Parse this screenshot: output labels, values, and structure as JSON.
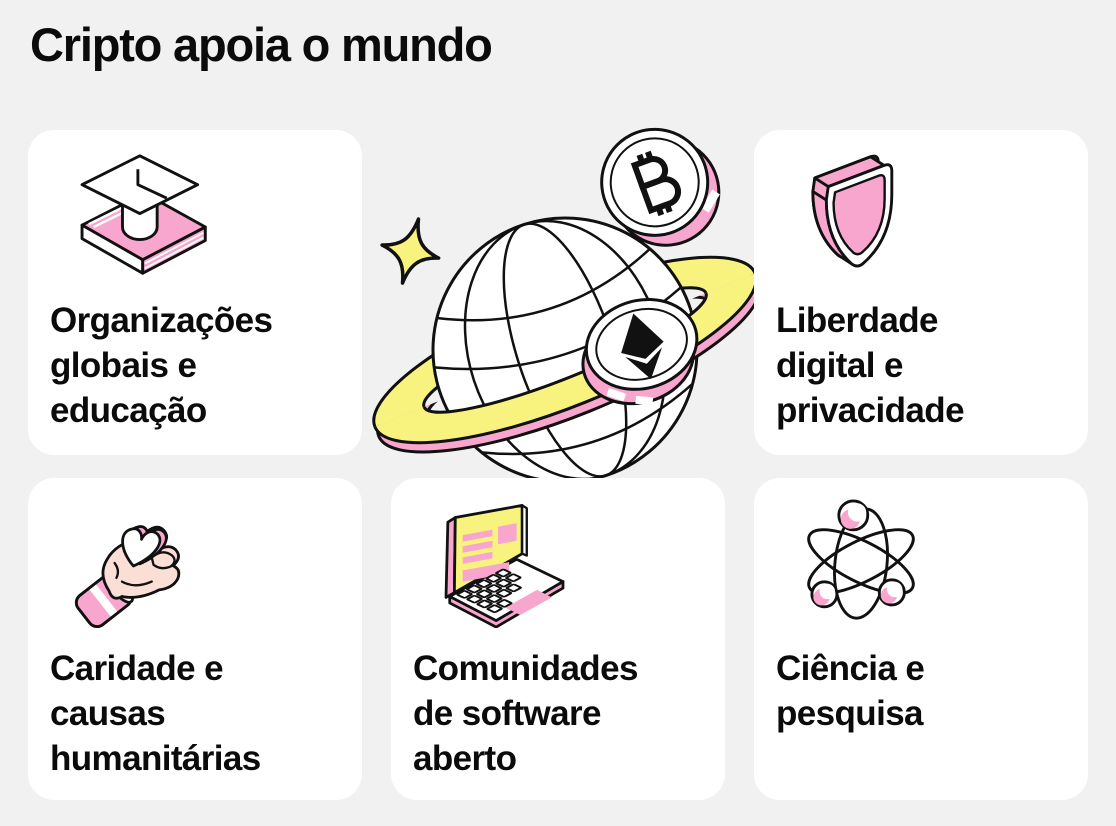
{
  "page": {
    "title": "Cripto apoia o mundo"
  },
  "colors": {
    "background": "#F1F1F2",
    "card": "#FFFFFF",
    "text": "#0B0B0B",
    "outline": "#111111",
    "pink": "#F9A6CE",
    "yellow": "#F7F37E",
    "skin": "#FBDFD6"
  },
  "illustration": {
    "name": "globe-with-saturn-ring-and-crypto-coins",
    "elements": [
      "sparkle-icon",
      "globe-icon",
      "saturn-ring",
      "bitcoin-coin-icon",
      "ethereum-coin-icon"
    ]
  },
  "cards": [
    {
      "icon": "graduation-book-icon",
      "label": "Organizações\nglobais e\neducação"
    },
    {
      "icon": "shield-icon",
      "label": "Liberdade\ndigital e\nprivacidade"
    },
    {
      "icon": "hand-heart-icon",
      "label": "Caridade e\ncausas\nhumanitárias"
    },
    {
      "icon": "laptop-icon",
      "label": "Comunidades\nde software\naberto"
    },
    {
      "icon": "atom-icon",
      "label": "Ciência e\npesquisa"
    }
  ]
}
